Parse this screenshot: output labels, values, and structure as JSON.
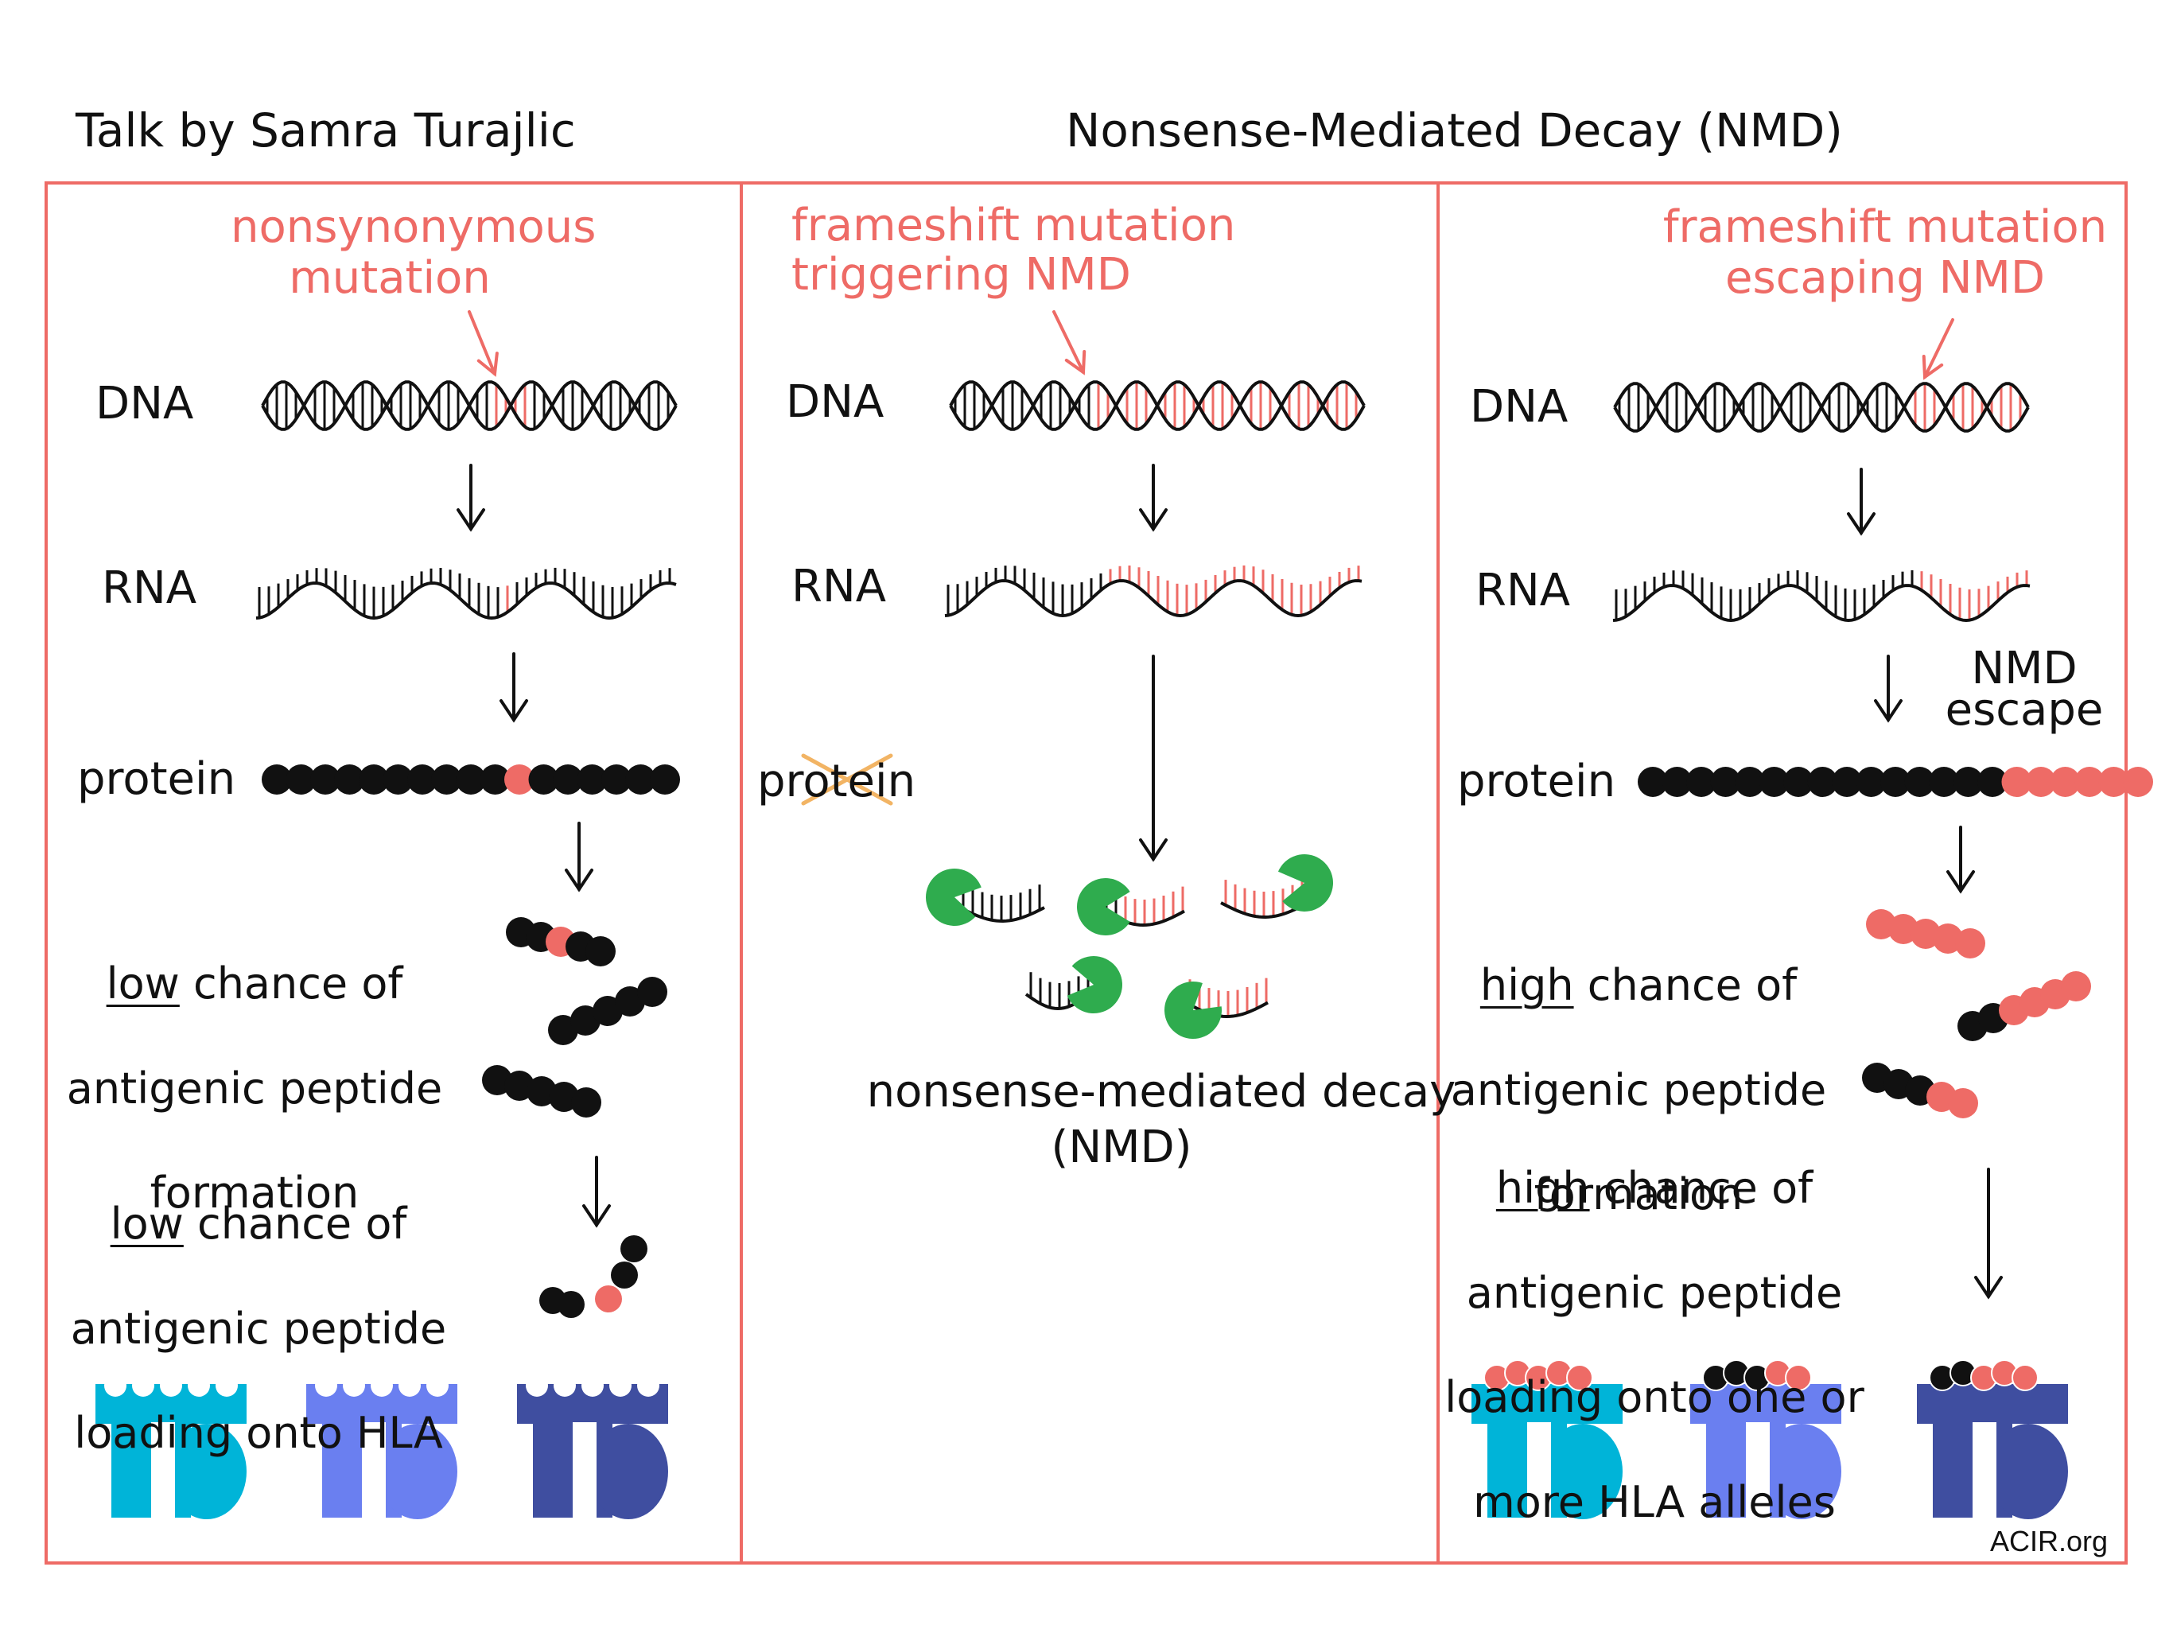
{
  "header": {
    "left": "Talk by Samra Turajlic",
    "title": "Nonsense-Mediated Decay (NMD)"
  },
  "colors": {
    "frame": "#ee6b66",
    "mutation": "#ee6b66",
    "exonuclease": "#2fac4e",
    "strike": "#f2b464",
    "hla": [
      "#00b4d8",
      "#6a7ff0",
      "#3f4ea0"
    ]
  },
  "panels": [
    {
      "title_line1": "nonsynonymous",
      "title_line2": "mutation",
      "dna": "DNA",
      "rna": "RNA",
      "protein": "protein",
      "peptide_chance_emph": "low",
      "peptide_chance_rest": " chance of",
      "peptide_line2": "antigenic peptide",
      "peptide_line3": "formation",
      "loading_emph": "low",
      "loading_rest": " chance of",
      "loading_line2": "antigenic peptide",
      "loading_line3": "loading onto HLA"
    },
    {
      "title_line1": "frameshift mutation",
      "title_line2": "triggering NMD",
      "dna": "DNA",
      "rna": "RNA",
      "protein_struck": "protein",
      "nmd_line1": "nonsense-mediated  decay",
      "nmd_line2": "(NMD)"
    },
    {
      "title_line1": "frameshift mutation",
      "title_line2": "escaping  NMD",
      "dna": "DNA",
      "rna": "RNA",
      "escape_line1": "NMD",
      "escape_line2": "escape",
      "protein": "protein",
      "peptide_chance_emph": "high",
      "peptide_chance_rest": " chance of",
      "peptide_line2": "antigenic peptide",
      "peptide_line3": "formation",
      "loading_emph": "high",
      "loading_rest": " chance of",
      "loading_line2": "antigenic peptide",
      "loading_line3": "loading onto one or",
      "loading_line4": "more  HLA  alleles"
    }
  ],
  "credit": "ACIR.org"
}
